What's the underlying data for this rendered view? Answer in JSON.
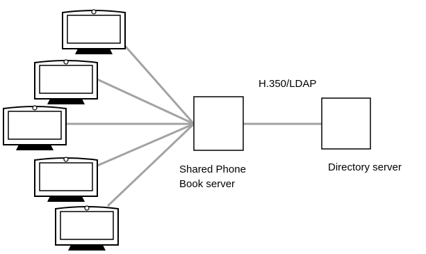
{
  "diagram": {
    "protocol_label": "H.350/LDAP",
    "shared_server_label_line1": "Shared Phone",
    "shared_server_label_line2": "Book server",
    "directory_server_label": "Directory server",
    "endpoint_count": 5,
    "colors": {
      "link": "#a3a3a3",
      "stroke": "#000000",
      "screen": "#ffffff",
      "fill": "#ffffff"
    }
  }
}
